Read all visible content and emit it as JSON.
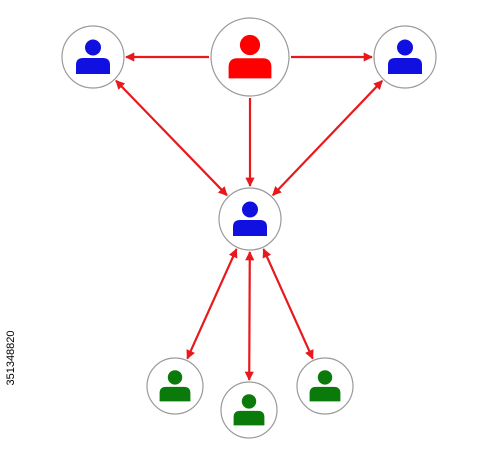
{
  "watermark": {
    "id_text": "351348820"
  },
  "colors": {
    "link": "#e8191c",
    "root": "#ff0000",
    "hub": "#1010e0",
    "leaf": "#0a7a0a",
    "circle_border": "#9a9a9a",
    "circle_fill": "#ffffff"
  },
  "nodes": [
    {
      "id": "root",
      "role": "root",
      "icon": "person-icon"
    },
    {
      "id": "left",
      "role": "hub",
      "icon": "person-icon"
    },
    {
      "id": "right",
      "role": "hub",
      "icon": "person-icon"
    },
    {
      "id": "center",
      "role": "hub",
      "icon": "person-icon"
    },
    {
      "id": "bl",
      "role": "leaf",
      "icon": "person-icon"
    },
    {
      "id": "bm",
      "role": "leaf",
      "icon": "person-icon"
    },
    {
      "id": "br",
      "role": "leaf",
      "icon": "person-icon"
    }
  ],
  "links": [
    {
      "from": "root",
      "to": "left",
      "direction": "forward"
    },
    {
      "from": "root",
      "to": "right",
      "direction": "forward"
    },
    {
      "from": "root",
      "to": "center",
      "direction": "forward"
    },
    {
      "from": "left",
      "to": "center",
      "direction": "both"
    },
    {
      "from": "right",
      "to": "center",
      "direction": "both"
    },
    {
      "from": "center",
      "to": "bl",
      "direction": "both"
    },
    {
      "from": "center",
      "to": "bm",
      "direction": "both"
    },
    {
      "from": "center",
      "to": "br",
      "direction": "both"
    }
  ]
}
